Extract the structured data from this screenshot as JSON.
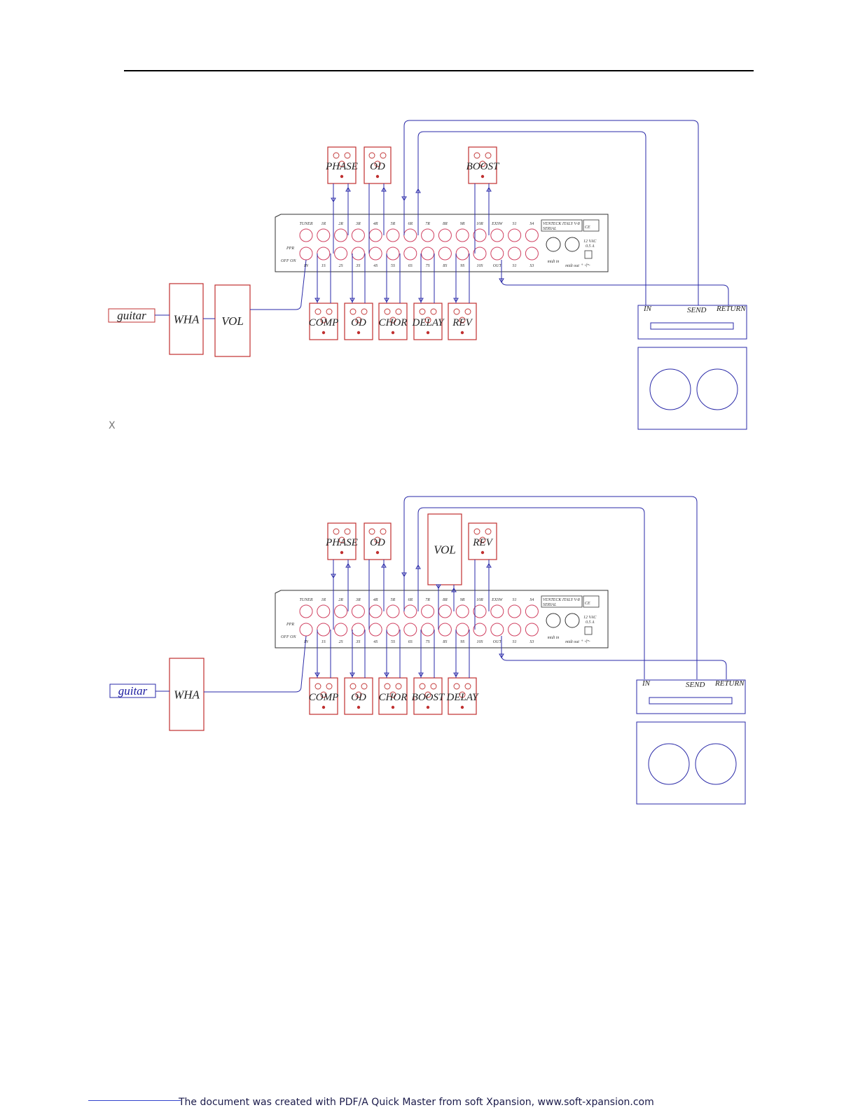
{
  "footer": {
    "text": "The document was created with PDF/A Quick Master from soft Xpansion, www.soft-xpansion.com"
  },
  "marks": {
    "x_mark": "X"
  },
  "colors": {
    "pedal": "#c03030",
    "cable": "#2a2aa8",
    "jack": "#d04060",
    "device": "#333333",
    "guitar_label_top": "#222222",
    "guitar_label_bottom": "#1a1aa0"
  },
  "switcher": {
    "top_labels": [
      "TUNER",
      "1R",
      "2R",
      "3R",
      "4R",
      "5R",
      "6R",
      "7R",
      "8R",
      "9R",
      "10R",
      "EXSW",
      "S1",
      "S4"
    ],
    "bottom_labels": [
      "IN",
      "1S",
      "2S",
      "3S",
      "4S",
      "5S",
      "6S",
      "7S",
      "8S",
      "9S",
      "10S",
      "OUT",
      "S1",
      "S3"
    ],
    "ppr": "PPR",
    "off_on": "OFF  ON",
    "brand": "VENTECK ITALY V-8",
    "serial": "SERIAL",
    "ce": "CE",
    "power": "12 VAC",
    "current": "0.5 A",
    "midi_in": "midi in",
    "midi_out": "midi out",
    "polarity": "+ -(•-"
  },
  "diagrams": [
    {
      "guitar": "guitar",
      "chain": [
        "WHA",
        "VOL"
      ],
      "top_pedals": [
        "PHASE",
        "OD",
        "BOOST"
      ],
      "bottom_pedals": [
        "COMP",
        "OD",
        "CHOR",
        "DELAY",
        "REV"
      ],
      "amp": {
        "in": "IN",
        "send": "SEND",
        "return": "RETURN"
      }
    },
    {
      "guitar": "guitar",
      "chain": [
        "WHA"
      ],
      "top_pedals": [
        "PHASE",
        "OD",
        "VOL",
        "REV"
      ],
      "bottom_pedals": [
        "COMP",
        "OD",
        "CHOR",
        "BOOST",
        "DELAY"
      ],
      "amp": {
        "in": "IN",
        "send": "SEND",
        "return": "RETURN"
      }
    }
  ]
}
